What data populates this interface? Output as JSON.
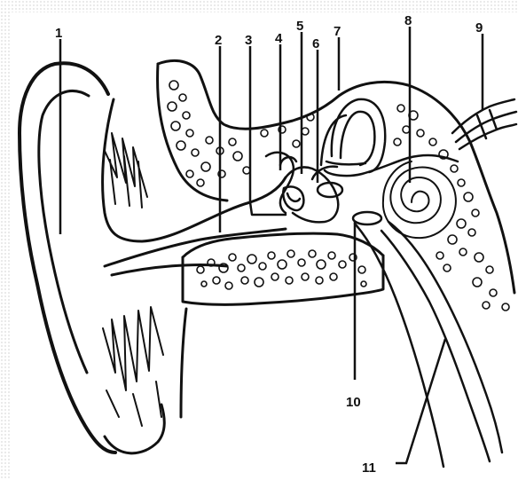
{
  "diagram": {
    "labels": [
      {
        "id": "1",
        "text": "1"
      },
      {
        "id": "2",
        "text": "2"
      },
      {
        "id": "3",
        "text": "3"
      },
      {
        "id": "4",
        "text": "4"
      },
      {
        "id": "5",
        "text": "5"
      },
      {
        "id": "6",
        "text": "6"
      },
      {
        "id": "7",
        "text": "7"
      },
      {
        "id": "8",
        "text": "8"
      },
      {
        "id": "9",
        "text": "9"
      },
      {
        "id": "10",
        "text": "10"
      },
      {
        "id": "11",
        "text": "11"
      }
    ]
  },
  "colors": {
    "ink": "#111111",
    "background": "#ffffff",
    "dotted_border": "#b9b9b9"
  }
}
